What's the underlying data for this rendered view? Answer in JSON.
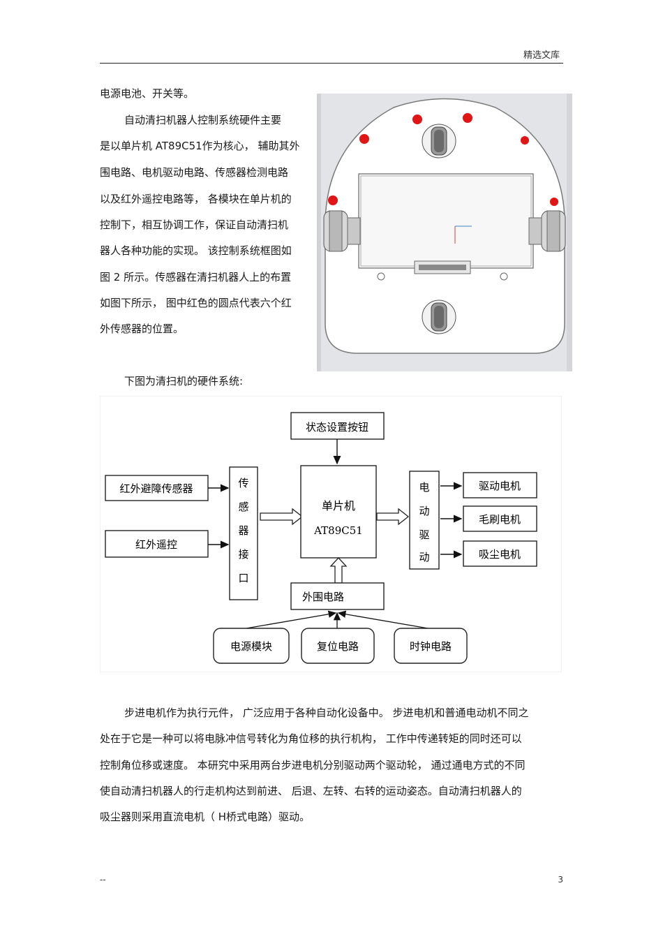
{
  "header": {
    "label": "精选文库"
  },
  "intro": {
    "lines": [
      "电源电池、开关等。",
      "自动清扫机器人控制系统硬件主要",
      "是以单片机   AT89C51作为核心，   辅助其外",
      "围电路、电机驱动电路、传感器检测电路",
      "以及红外遥控电路等，     各模块在单片机的",
      "控制下，相互协调工作，保证自动清扫机",
      "器人各种功能的实现。    该控制系统框图如",
      "图 2 所示。传感器在清扫机器人上的布置",
      "如图下所示，   图中红色的圆点代表六个红",
      "外传感器的位置。"
    ]
  },
  "caption": {
    "text": "下图为清扫机的硬件系统:"
  },
  "diagram": {
    "status_button": "状态设置按钮",
    "sensor_ir": "红外避障传感器",
    "remote_ir": "红外遥控",
    "sensor_interface_chars": [
      "传",
      "感",
      "器",
      "接",
      "口"
    ],
    "mcu_line1": "单片机",
    "mcu_line2": "AT89C51",
    "motor_driver_chars": [
      "电",
      "动",
      "驱",
      "动"
    ],
    "drive_motor": "驱动电机",
    "brush_motor": "毛刷电机",
    "vacuum_motor": "吸尘电机",
    "peripheral": "外围电路",
    "power_module": "电源模块",
    "reset_circuit": "复位电路",
    "clock_circuit": "时钟电路"
  },
  "body": {
    "lines": [
      "步进电机作为执行元件，     广泛应用于各种自动化设备中。      步进电机和普通电动机不同之",
      "处在于它是一种可以将电脉冲信号转化为角位移的执行机构，            工作中传递转矩的同时还可以",
      "控制角位移或速度。   本研究中采用两台步进电机分别驱动两个驱动轮，          通过通电方式的不同",
      "使自动清扫机器人的行走机构达到前进、      后退、左转、右转的运动姿态。自动清扫机器人的",
      "吸尘器则采用直流电机（    H桥式电路）驱动。"
    ]
  },
  "footer": {
    "left": "--",
    "page_number": "3"
  }
}
